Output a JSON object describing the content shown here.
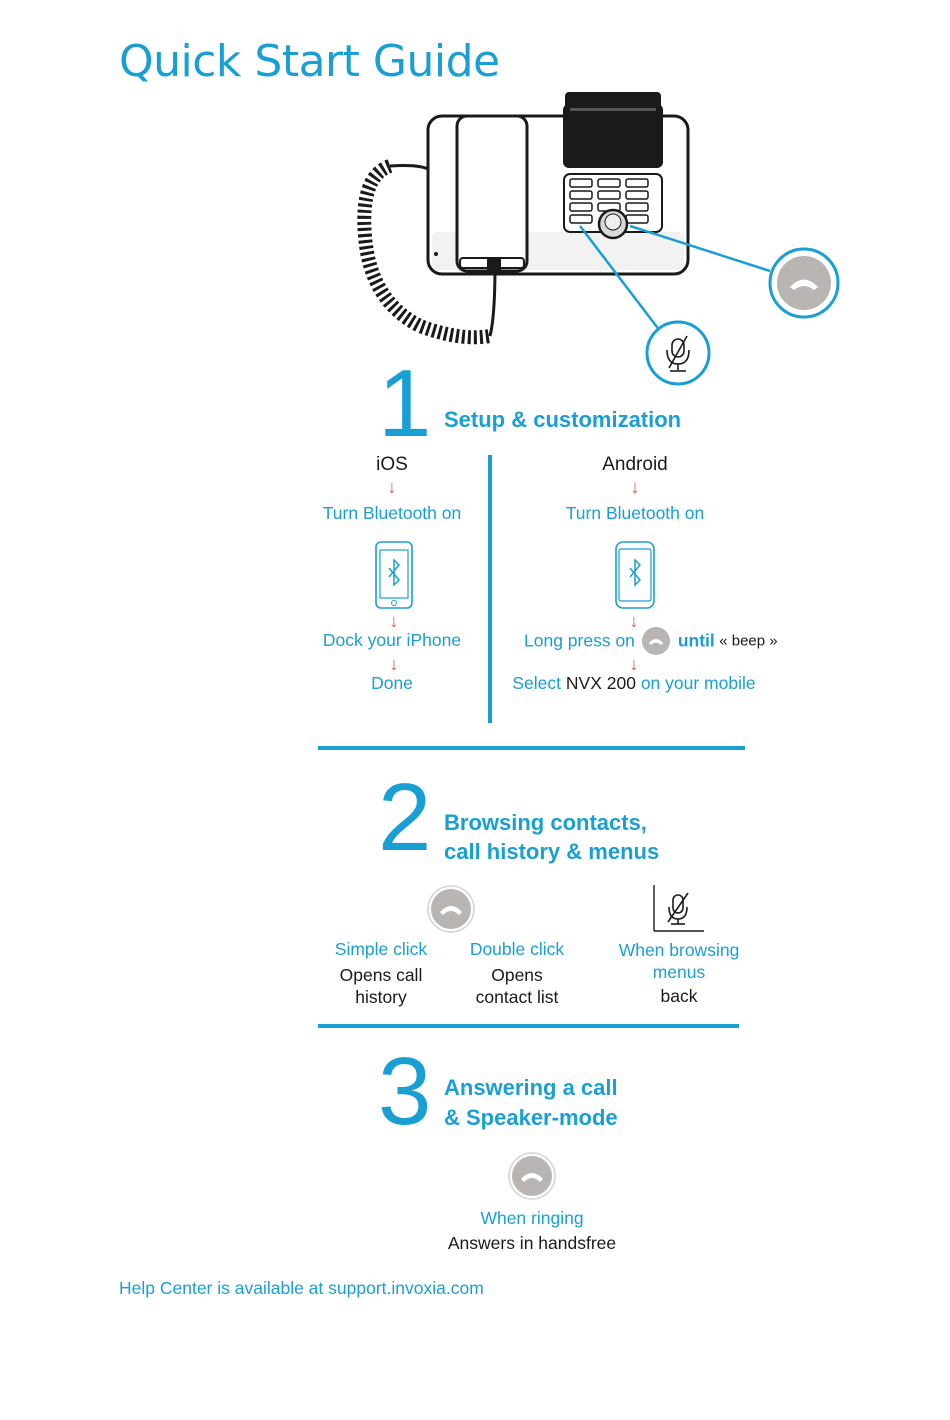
{
  "title": "Quick Start Guide",
  "colors": {
    "accent": "#1a9fd4",
    "arrow": "#e0533a",
    "button_grey": "#b8b5b3"
  },
  "icons": {
    "hangup": "phone-handset-icon",
    "mute": "microphone-muted-icon",
    "bluetooth": "bluetooth-icon"
  },
  "section1": {
    "number": "1",
    "heading": "Setup & customization",
    "ios": {
      "label": "iOS",
      "step1": "Turn Bluetooth on",
      "step2": "Dock your iPhone",
      "step3": "Done"
    },
    "android": {
      "label": "Android",
      "step1": "Turn Bluetooth on",
      "step2_prefix": "Long press on",
      "step2_until": "until",
      "step2_beep": "« beep »",
      "step3_prefix": "Select",
      "step3_device": "NVX 200",
      "step3_suffix": "on your mobile"
    }
  },
  "section2": {
    "number": "2",
    "heading_line1": "Browsing contacts,",
    "heading_line2": "call history & menus",
    "simple_click": {
      "label": "Simple click",
      "desc_line1": "Opens call",
      "desc_line2": "history"
    },
    "double_click": {
      "label": "Double click",
      "desc_line1": "Opens",
      "desc_line2": "contact list"
    },
    "browsing": {
      "label_line1": "When browsing",
      "label_line2": "menus",
      "desc": "back"
    }
  },
  "section3": {
    "number": "3",
    "heading_line1": "Answering a call",
    "heading_line2": "& Speaker-mode",
    "label": "When ringing",
    "desc": "Answers in handsfree"
  },
  "footer": "Help Center is available at support.invoxia.com"
}
